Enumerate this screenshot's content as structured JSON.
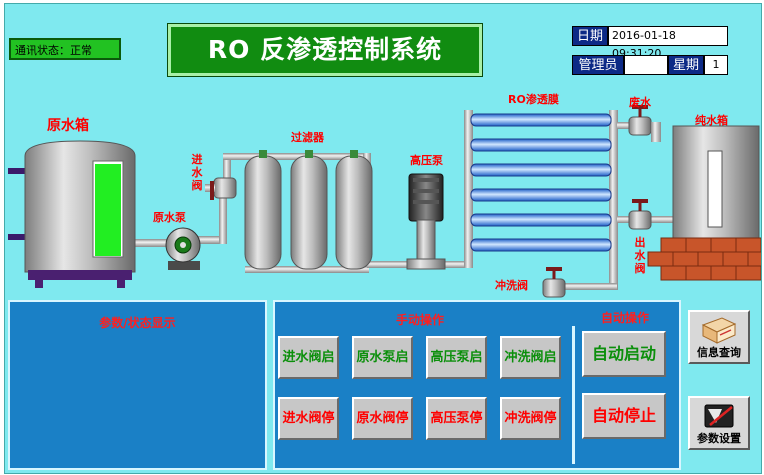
{
  "header": {
    "comm_status": "通讯状态：正常",
    "title": "RO 反渗透控制系统",
    "date_label": "日期",
    "date_value": "2016-01-18 09:31:20",
    "admin_label": "管理员",
    "admin_value": "",
    "week_label": "星期",
    "week_value": "1"
  },
  "diagram": {
    "raw_tank": "原水箱",
    "inlet_valve": "进水阀",
    "raw_pump": "原水泵",
    "filter": "过滤器",
    "hp_pump": "高压泵",
    "ro_membrane": "RO渗透膜",
    "waste_water": "废水",
    "pure_tank": "纯水箱",
    "outlet_valve": "出水阀",
    "flush_valve": "冲洗阀"
  },
  "params_panel": {
    "title": "参数/状态显示"
  },
  "manual_panel": {
    "title": "手动操作",
    "start_buttons": [
      "进水阀启",
      "原水泵启",
      "高压泵启",
      "冲洗阀启"
    ],
    "stop_buttons": [
      "进水阀停",
      "原水阀停",
      "高压泵停",
      "冲洗阀停"
    ]
  },
  "auto_panel": {
    "title": "自动操作",
    "start": "自动启动",
    "stop": "自动停止"
  },
  "side": {
    "info_query": "信息查询",
    "param_settings": "参数设置"
  },
  "colors": {
    "background": "#7fe9ef",
    "title_bg": "#118c11",
    "panel_bg": "#1a80c6",
    "label_red": "#ff0000"
  }
}
